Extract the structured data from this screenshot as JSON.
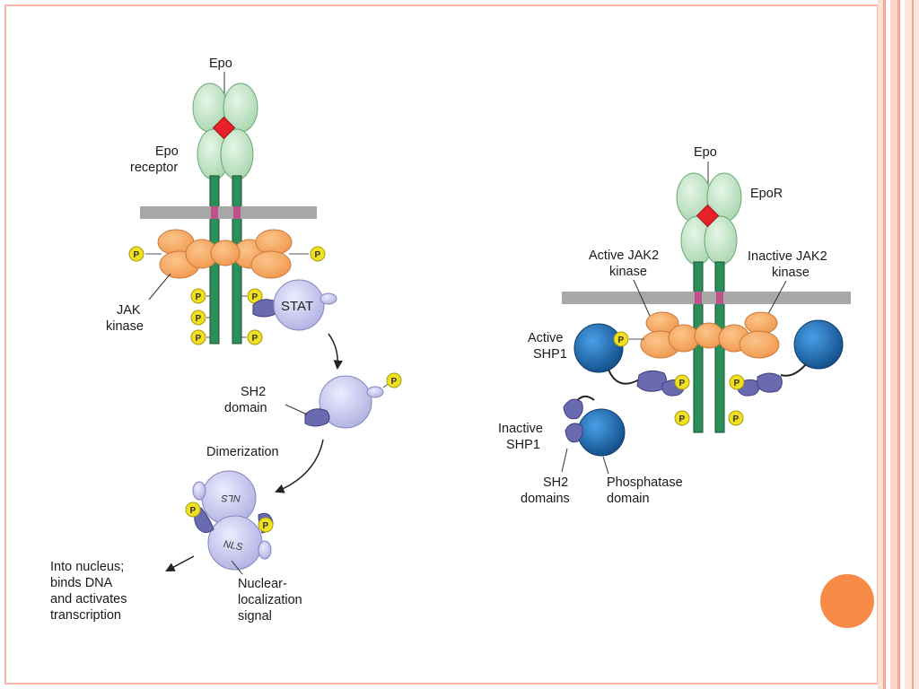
{
  "colors": {
    "frame": "#f4b8a8",
    "membrane": "#a8a8a8",
    "receptor_leaf": "#b8e0bc",
    "receptor_stalk": "#2b8f5a",
    "epo_diamond": "#e8202a",
    "jak": "#f7a860",
    "stat": "#c8c8ee",
    "sh2": "#6a6ab0",
    "phospho": "#f0e020",
    "shp1": "#1f6fb8",
    "accent_circle": "#f78a45"
  },
  "left": {
    "epo": "Epo",
    "epo_receptor_1": "Epo",
    "epo_receptor_2": "receptor",
    "jak_1": "JAK",
    "jak_2": "kinase",
    "stat": "STAT",
    "sh2_1": "SH2",
    "sh2_2": "domain",
    "dimerization": "Dimerization",
    "nls": "NLS",
    "nucleus_1": "Into nucleus;",
    "nucleus_2": "binds DNA",
    "nucleus_3": "and activates",
    "nucleus_4": "transcription",
    "nuclear_1": "Nuclear-",
    "nuclear_2": "localization",
    "nuclear_3": "signal",
    "p": "P"
  },
  "right": {
    "epo": "Epo",
    "epor": "EpoR",
    "active_jak_1": "Active JAK2",
    "active_jak_2": "kinase",
    "inactive_jak_1": "Inactive JAK2",
    "inactive_jak_2": "kinase",
    "active_shp1_1": "Active",
    "active_shp1_2": "SHP1",
    "inactive_shp1_1": "Inactive",
    "inactive_shp1_2": "SHP1",
    "sh2_1": "SH2",
    "sh2_2": "domains",
    "phosphatase_1": "Phosphatase",
    "phosphatase_2": "domain"
  }
}
